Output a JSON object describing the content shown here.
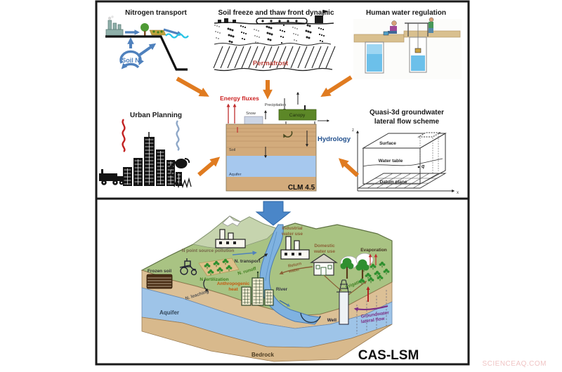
{
  "watermark": "SCIENCEAQ.COM",
  "top": {
    "nitrogen": {
      "title": "Nitrogen transport",
      "soil_n": "Soil N"
    },
    "freeze": {
      "title": "Soil freeze and thaw front dynamic",
      "permafrost": "Permafrost"
    },
    "human": {
      "title": "Human water regulation"
    },
    "urban": {
      "title": "Urban Planning"
    },
    "clm": {
      "energy": "Energy fluxes",
      "precipitation": "Precipitation",
      "snow": "Snow",
      "canopy": "Canopy",
      "hydrology": "Hydrology",
      "soil": "Soil",
      "aquifer": "Aquifer",
      "name": "CLM 4.5"
    },
    "quasi": {
      "title1": "Quasi-3d groundwater",
      "title2": "lateral flow scheme",
      "surface": "Surface",
      "water_table": "Water table",
      "datum": "Datum plane",
      "q": "q",
      "z": "z",
      "x": "x"
    }
  },
  "bottom": {
    "frozen_soil": "Frozen soil",
    "aquifer": "Aquifer",
    "bedrock": "Bedrock",
    "n_point": "N point source pollution",
    "n_transport": "N. transport",
    "n_fert": "N fertilization",
    "n_runoff": "N. runoff",
    "n_leaching": "N. leaching",
    "anthro1": "Anthropogenic",
    "anthro2": "heat",
    "industrial1": "Industrial",
    "industrial2": "water use",
    "domestic1": "Domestic",
    "domestic2": "water use",
    "return1": "Return",
    "return2": "water",
    "evaporation": "Evaporation",
    "irrigation": "Irrigation",
    "river": "River",
    "well": "Well",
    "gw1": "Groundwater",
    "gw2": "lateral flow",
    "name": "CAS-LSM"
  },
  "colors": {
    "accent_orange": "#e07b20",
    "big_arrow_blue": "#4a86c8",
    "cycle_blue": "#4f81bd",
    "permafrost_red": "#b84038",
    "hydrology_blue": "#1f4e8c",
    "heat_orange": "#c5590f",
    "groundwater_purple": "#7b2d83",
    "surface_green": "#a9c383",
    "soil_tan": "#dcc096",
    "aquifer_blue": "#9ec4e8",
    "river_blue": "#7fb2e0",
    "canopy_green": "#5c8727"
  }
}
